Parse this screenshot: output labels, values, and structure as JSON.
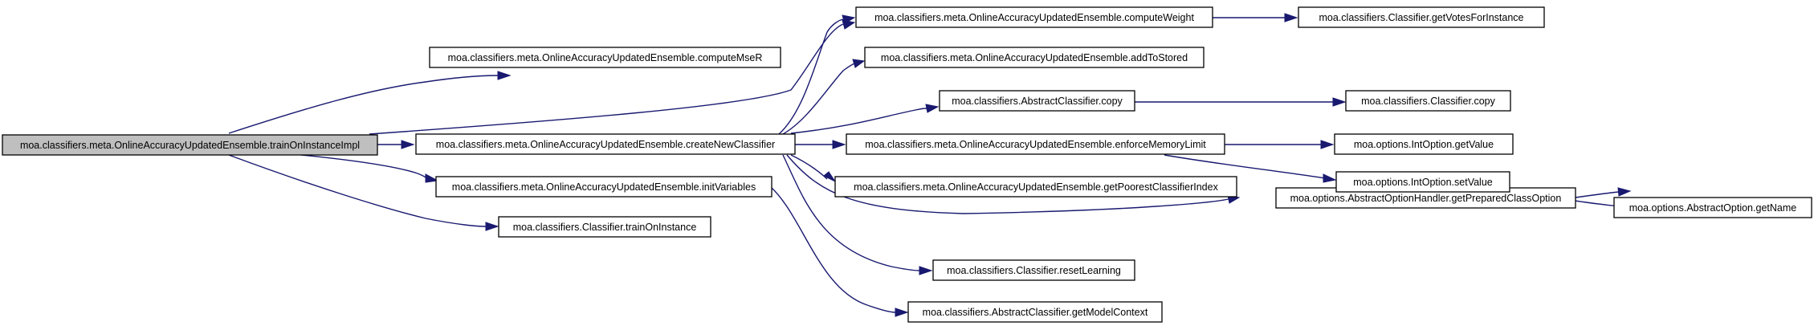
{
  "graph": {
    "nodes": [
      {
        "id": "root",
        "label": "moa.classifiers.meta.OnlineAccuracyUpdatedEnsemble.trainOnInstanceImpl",
        "root": true,
        "interactable": true
      },
      {
        "id": "mse",
        "label": "moa.classifiers.meta.OnlineAccuracyUpdatedEnsemble.computeMseR",
        "interactable": true
      },
      {
        "id": "create",
        "label": "moa.classifiers.meta.OnlineAccuracyUpdatedEnsemble.createNewClassifier",
        "interactable": true
      },
      {
        "id": "initv",
        "label": "moa.classifiers.meta.OnlineAccuracyUpdatedEnsemble.initVariables",
        "interactable": true
      },
      {
        "id": "train",
        "label": "moa.classifiers.Classifier.trainOnInstance",
        "interactable": true
      },
      {
        "id": "weight",
        "label": "moa.classifiers.meta.OnlineAccuracyUpdatedEnsemble.computeWeight",
        "interactable": true
      },
      {
        "id": "stored",
        "label": "moa.classifiers.meta.OnlineAccuracyUpdatedEnsemble.addToStored",
        "interactable": true
      },
      {
        "id": "acopy",
        "label": "moa.classifiers.AbstractClassifier.copy",
        "interactable": true
      },
      {
        "id": "enforce",
        "label": "moa.classifiers.meta.OnlineAccuracyUpdatedEnsemble.enforceMemoryLimit",
        "interactable": true
      },
      {
        "id": "poorest",
        "label": "moa.classifiers.meta.OnlineAccuracyUpdatedEnsemble.getPoorestClassifierIndex",
        "interactable": true
      },
      {
        "id": "reset",
        "label": "moa.classifiers.Classifier.resetLearning",
        "interactable": true
      },
      {
        "id": "model",
        "label": "moa.classifiers.AbstractClassifier.getModelContext",
        "interactable": true
      },
      {
        "id": "prepared",
        "label": "moa.options.AbstractOptionHandler.getPreparedClassOption",
        "interactable": true
      },
      {
        "id": "votes",
        "label": "moa.classifiers.Classifier.getVotesForInstance",
        "interactable": true
      },
      {
        "id": "ccopy",
        "label": "moa.classifiers.Classifier.copy",
        "interactable": true
      },
      {
        "id": "getvalue",
        "label": "moa.options.IntOption.getValue",
        "interactable": true
      },
      {
        "id": "setvalue",
        "label": "moa.options.IntOption.setValue",
        "interactable": true
      },
      {
        "id": "getname",
        "label": "moa.options.AbstractOption.getName",
        "interactable": true
      }
    ],
    "edges": [
      {
        "from": "root",
        "to": "mse"
      },
      {
        "from": "root",
        "to": "weight"
      },
      {
        "from": "root",
        "to": "create"
      },
      {
        "from": "root",
        "to": "initv"
      },
      {
        "from": "root",
        "to": "train"
      },
      {
        "from": "create",
        "to": "weight"
      },
      {
        "from": "create",
        "to": "stored"
      },
      {
        "from": "create",
        "to": "acopy"
      },
      {
        "from": "create",
        "to": "enforce"
      },
      {
        "from": "create",
        "to": "poorest"
      },
      {
        "from": "create",
        "to": "prepared"
      },
      {
        "from": "create",
        "to": "reset"
      },
      {
        "from": "initv",
        "to": "model"
      },
      {
        "from": "weight",
        "to": "votes"
      },
      {
        "from": "acopy",
        "to": "ccopy"
      },
      {
        "from": "enforce",
        "to": "getvalue"
      },
      {
        "from": "enforce",
        "to": "setvalue"
      },
      {
        "from": "setvalue",
        "to": "getname"
      },
      {
        "from": "prepared",
        "to": "getname"
      }
    ]
  }
}
